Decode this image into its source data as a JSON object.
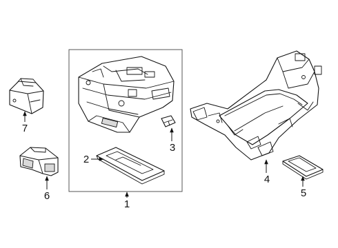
{
  "diagram": {
    "callouts": [
      {
        "id": "1",
        "label": "1"
      },
      {
        "id": "2",
        "label": "2"
      },
      {
        "id": "3",
        "label": "3"
      },
      {
        "id": "4",
        "label": "4"
      },
      {
        "id": "5",
        "label": "5"
      },
      {
        "id": "6",
        "label": "6"
      },
      {
        "id": "7",
        "label": "7"
      }
    ],
    "colors": {
      "line": "#111111",
      "background": "#ffffff",
      "frame": "#555555"
    }
  }
}
